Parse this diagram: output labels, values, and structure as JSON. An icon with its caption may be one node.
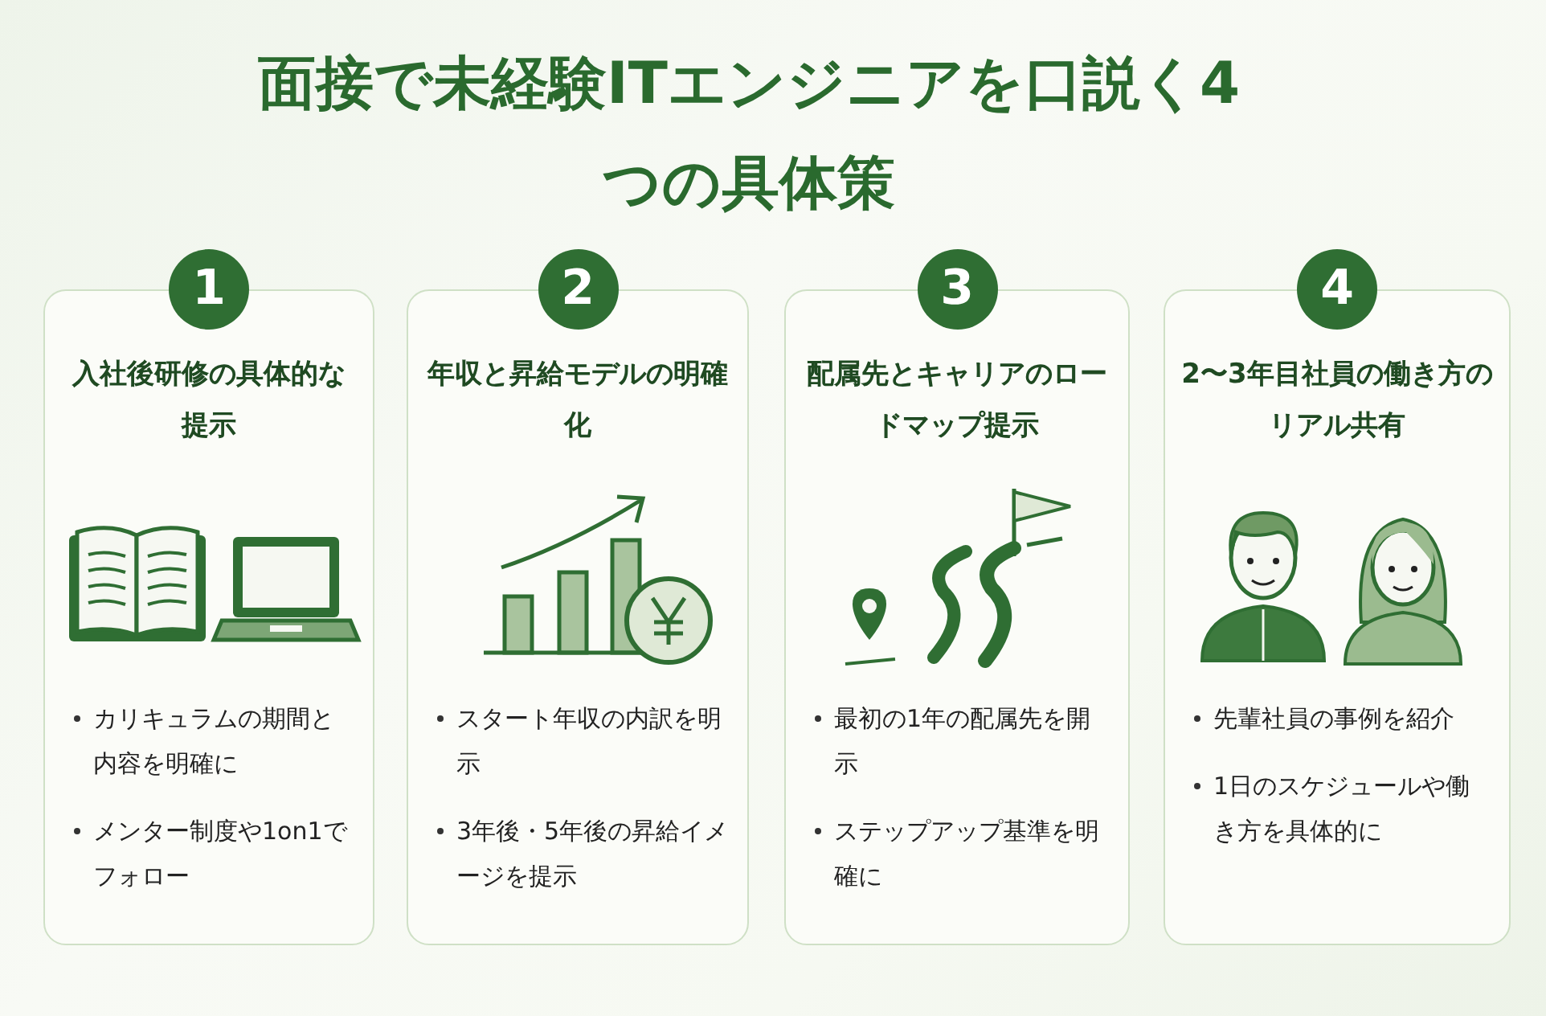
{
  "diagram": {
    "title": "面接で未経験ITエンジニアを口説く4つの具体策",
    "nodes": [
      {
        "text": [
          "1",
          "入社後研修の具体的な提示",
          "カリキュラムの期間と内容を明確に",
          "メンター制度や1on1でフォロー"
        ]
      },
      {
        "text": [
          "2",
          "年収と昇給モデルの明確化",
          "スタート年収の内訳を明示",
          "3年後・5年後の昇給イメージを提示"
        ]
      },
      {
        "text": [
          "3",
          "配属先とキャリアのロードマップ提示",
          "最初の1年の配属先を開示",
          "ステップアップ基準を明確に"
        ]
      },
      {
        "text": [
          "4",
          "2〜3年目社員の働き方のリアル共有",
          "先輩社員の事例を紹介",
          "1日のスケジュールや働き方を具体的に"
        ]
      }
    ]
  }
}
